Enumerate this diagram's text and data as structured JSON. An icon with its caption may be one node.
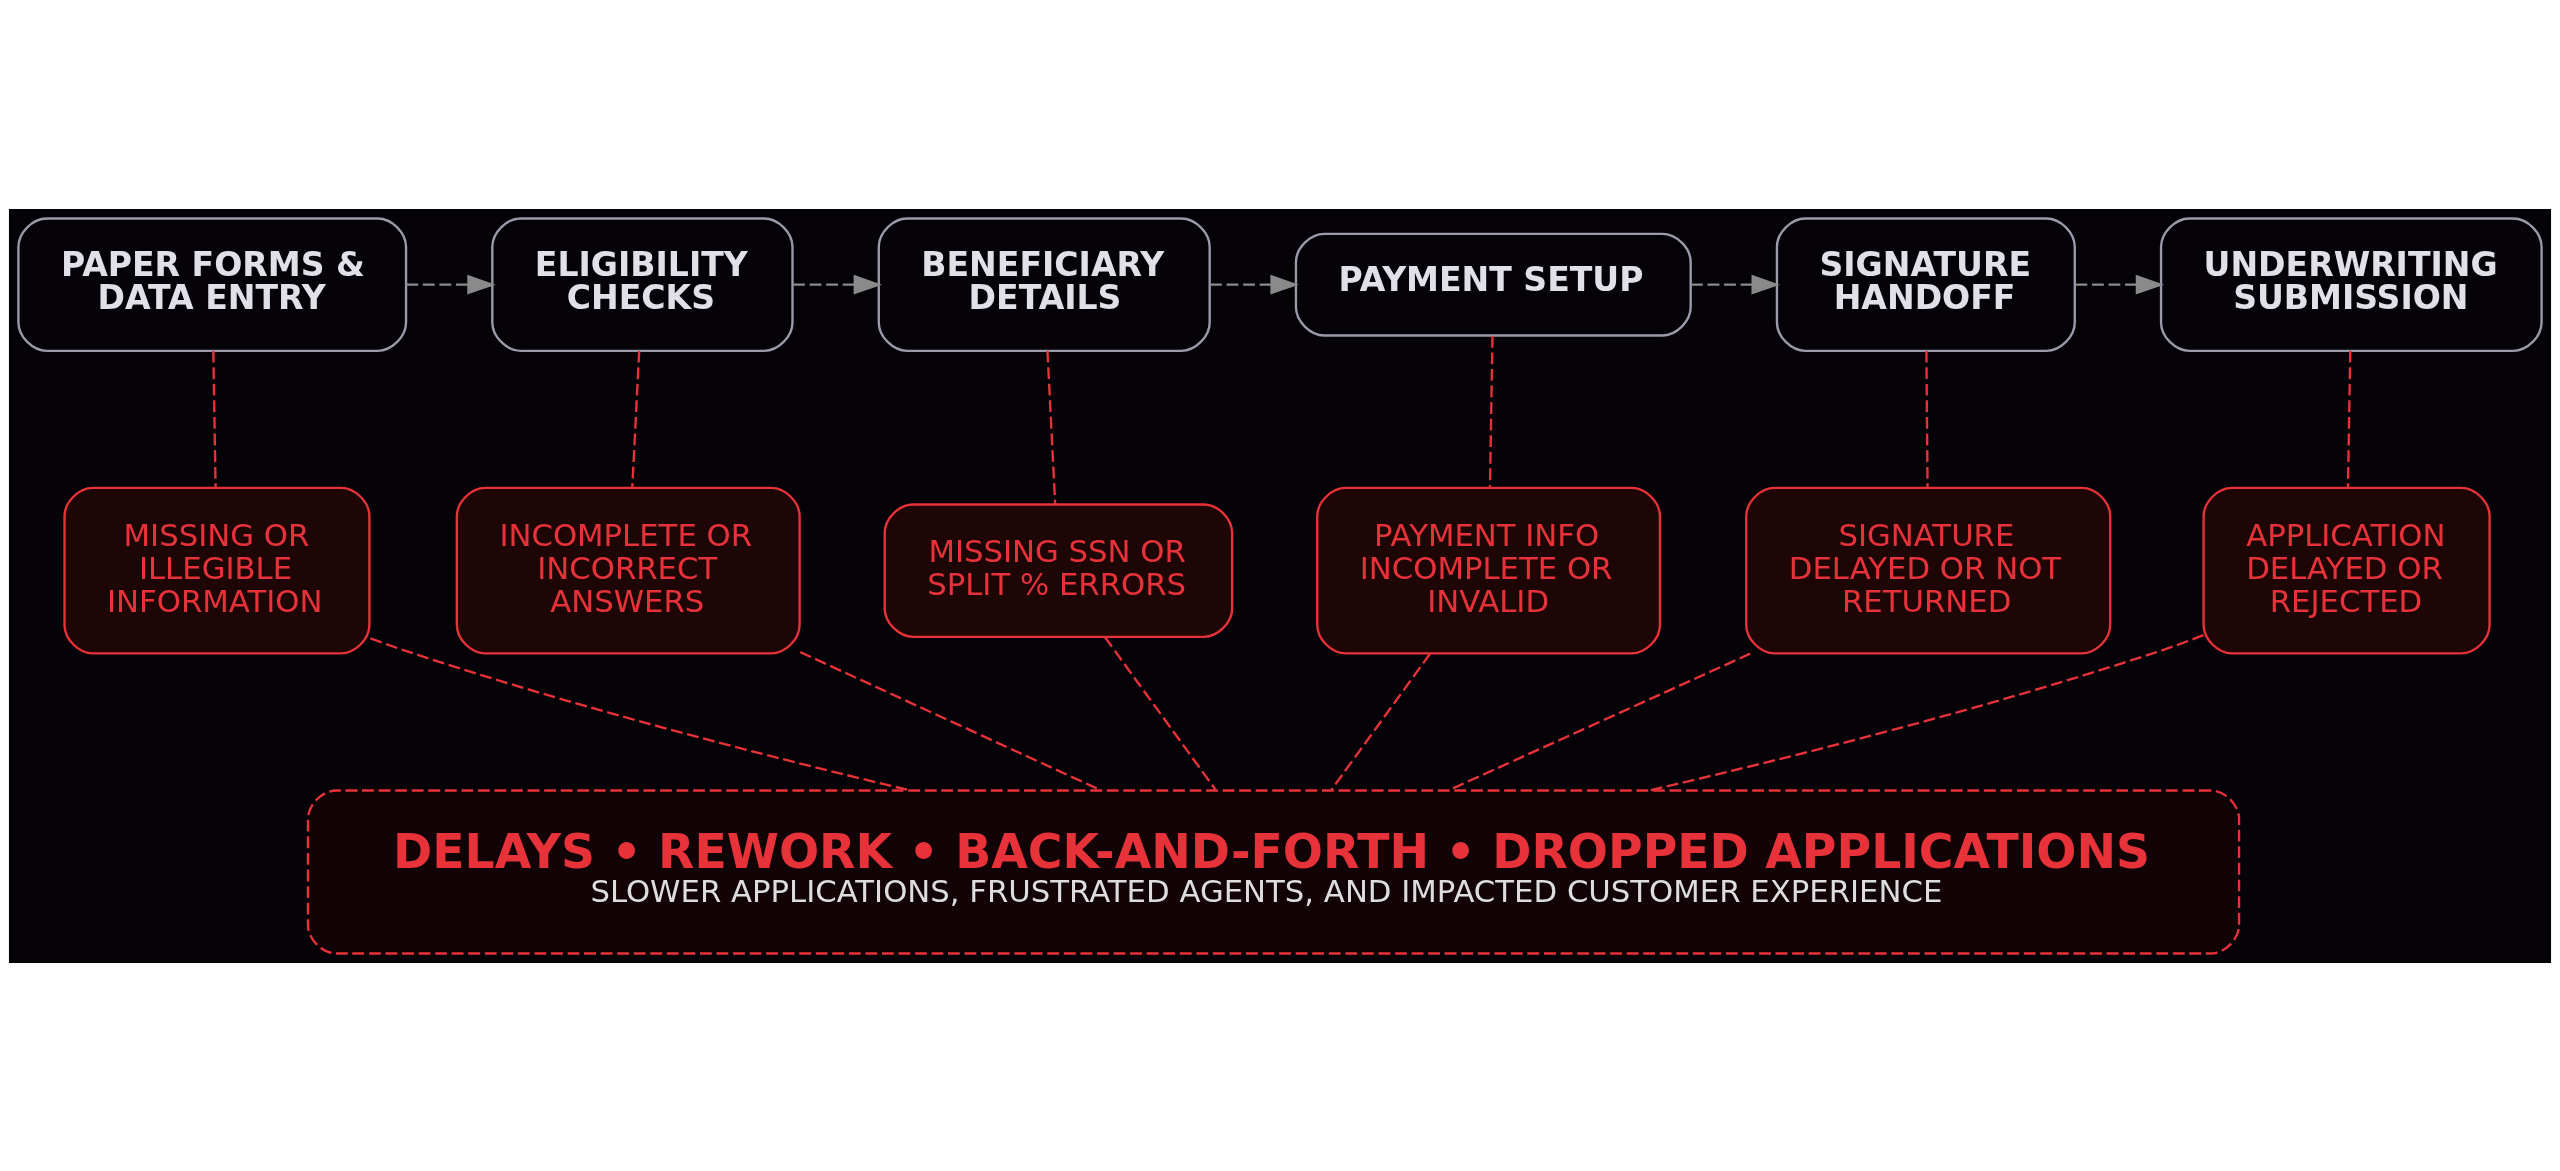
{
  "diagram": {
    "nodes": [
      {
        "text": [
          "PAPER FORMS & DATA ENTRY"
        ]
      },
      {
        "text": [
          "ELIGIBILITY CHECKS"
        ]
      },
      {
        "text": [
          "BENEFICIARY DETAILS"
        ]
      },
      {
        "text": [
          "PAYMENT SETUP"
        ]
      },
      {
        "text": [
          "SIGNATURE HANDOFF"
        ]
      },
      {
        "text": [
          "UNDERWRITING SUBMISSION"
        ]
      },
      {
        "text": [
          "MISSING OR ILLEGIBLE INFORMATION"
        ]
      },
      {
        "text": [
          "INCOMPLETE OR INCORRECT ANSWERS"
        ]
      },
      {
        "text": [
          "MISSING SSN OR SPLIT % ERRORS"
        ]
      },
      {
        "text": [
          "PAYMENT INFO INCOMPLETE OR INVALID"
        ]
      },
      {
        "text": [
          "SIGNATURE DELAYED OR NOT RETURNED"
        ]
      },
      {
        "text": [
          "APPLICATION DELAYED OR REJECTED"
        ]
      },
      {
        "text": [
          "DELAYS • REWORK • BACK-AND-FORTH • DROPPED APPLICATIONS",
          "SLOWER APPLICATIONS, FRUSTRATED AGENTS, AND IMPACTED CUSTOMER EXPERIENCE"
        ]
      }
    ],
    "edges": [
      {
        "from": 0,
        "to": 1,
        "arrow": "to",
        "style": "dashed",
        "color": "#8a8a8a"
      },
      {
        "from": 1,
        "to": 2,
        "arrow": "to",
        "style": "dashed",
        "color": "#8a8a8a"
      },
      {
        "from": 2,
        "to": 3,
        "arrow": "to",
        "style": "dashed",
        "color": "#8a8a8a"
      },
      {
        "from": 3,
        "to": 4,
        "arrow": "to",
        "style": "dashed",
        "color": "#8a8a8a"
      },
      {
        "from": 4,
        "to": 5,
        "arrow": "to",
        "style": "dashed",
        "color": "#8a8a8a"
      },
      {
        "from": 0,
        "to": 6,
        "arrow": "none",
        "style": "dashed"
      },
      {
        "from": 1,
        "to": 7,
        "arrow": "none",
        "style": "dashed"
      },
      {
        "from": 2,
        "to": 8,
        "arrow": "none",
        "style": "dashed"
      },
      {
        "from": 3,
        "to": 9,
        "arrow": "none",
        "style": "dashed"
      },
      {
        "from": 4,
        "to": 10,
        "arrow": "none",
        "style": "dashed"
      },
      {
        "from": 5,
        "to": 11,
        "arrow": "none",
        "style": "dashed"
      },
      {
        "from": 6,
        "to": 12,
        "arrow": "none",
        "style": "dashed"
      },
      {
        "from": 7,
        "to": 12,
        "arrow": "none",
        "style": "dashed"
      },
      {
        "from": 8,
        "to": 12,
        "arrow": "none",
        "style": "dashed"
      },
      {
        "from": 9,
        "to": 12,
        "arrow": "none",
        "style": "dashed"
      },
      {
        "from": 10,
        "to": 12,
        "arrow": "none",
        "style": "dashed"
      },
      {
        "from": 11,
        "to": 12,
        "arrow": "none",
        "style": "dashed"
      }
    ]
  }
}
